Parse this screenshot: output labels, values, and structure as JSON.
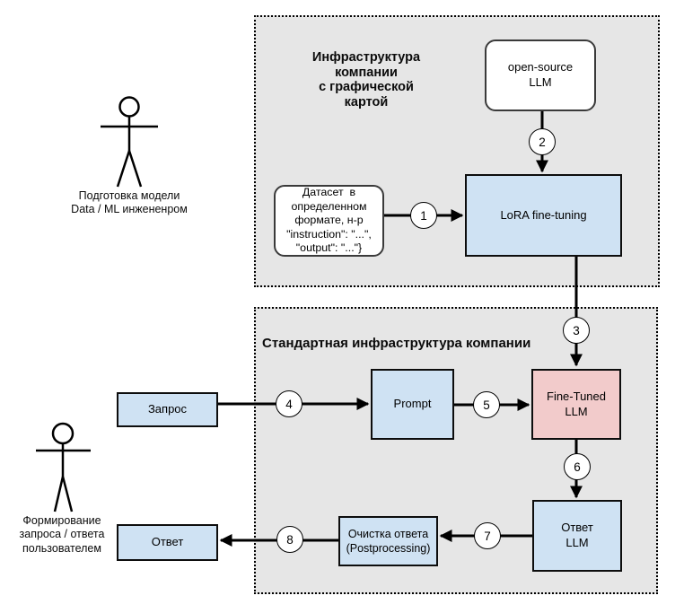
{
  "regions": {
    "gpu": {
      "title": "Инфраструктура\nкомпании\nс графической\nкартой"
    },
    "standard": {
      "title": "Стандартная инфраструктура компании"
    }
  },
  "actors": {
    "engineer": {
      "label": "Подготовка модели\nData / ML инжененром"
    },
    "user": {
      "label": "Формирование\nзапроса / ответа\nпользователем"
    }
  },
  "nodes": {
    "open_source_llm": {
      "label": "open-source\nLLM"
    },
    "dataset": {
      "label": "Датасет  в\nопределенном\nформате, н-р\n\"instruction\": \"...\",\n\"output\": \"...\"}"
    },
    "lora_fine_tuning": {
      "label": "LoRA fine-tuning"
    },
    "request": {
      "label": "Запрос"
    },
    "prompt": {
      "label": "Prompt"
    },
    "fine_tuned_llm": {
      "label": "Fine-Tuned\nLLM"
    },
    "llm_answer": {
      "label": "Ответ\nLLM"
    },
    "postprocessing": {
      "label": "Очистка ответа\n(Postprocessing)"
    },
    "answer": {
      "label": "Ответ"
    }
  },
  "steps": {
    "s1": "1",
    "s2": "2",
    "s3": "3",
    "s4": "4",
    "s5": "5",
    "s6": "6",
    "s7": "7",
    "s8": "8"
  },
  "colors": {
    "region_background": "#e6e6e6",
    "node_blue": "#cfe2f3",
    "node_pink": "#f2cbcb",
    "node_white": "#ffffff",
    "stroke": "#000000"
  }
}
